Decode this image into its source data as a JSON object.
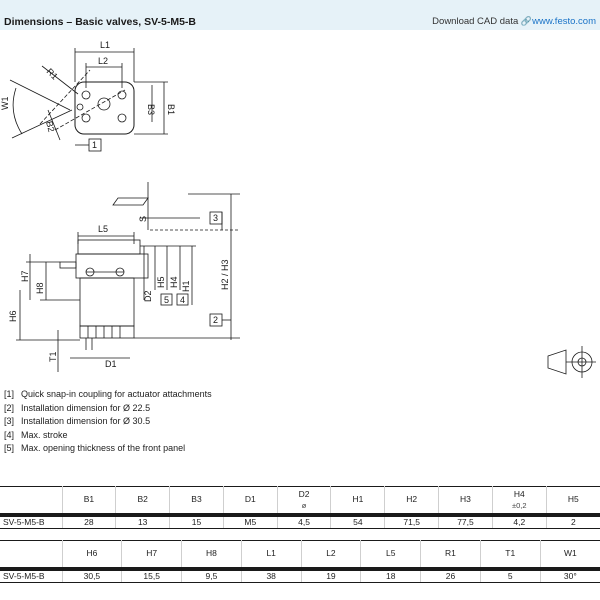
{
  "header": {
    "title": "Dimensions – Basic valves, SV-5-M5-B",
    "cad_label": "Download CAD data",
    "cad_link": "www.festo.com"
  },
  "drawing": {
    "top_labels": {
      "l1": "L1",
      "l2": "L2",
      "b3": "B3",
      "b1": "B1",
      "w1": "W1",
      "b2": "B2",
      "r1": "R1",
      "tag1": "1"
    },
    "side_labels": {
      "l5": "L5",
      "s": "S",
      "h7": "H7",
      "h8": "H8",
      "h6": "H6",
      "t1": "T1",
      "d1": "D1",
      "d2": "D2",
      "h5": "H5",
      "h4": "H4",
      "h1": "H1",
      "h2h3": "H2 / H3",
      "tag5": "5",
      "tag4": "4",
      "tag3": "3",
      "tag2": "2"
    }
  },
  "notes": [
    {
      "tag": "[1]",
      "text": "Quick snap-in coupling for actuator attachments"
    },
    {
      "tag": "[2]",
      "text": "Installation dimension for Ø 22.5"
    },
    {
      "tag": "[3]",
      "text": "Installation dimension for Ø 30.5"
    },
    {
      "tag": "[4]",
      "text": "Max. stroke"
    },
    {
      "tag": "[5]",
      "text": "Max. opening thickness of the front panel"
    }
  ],
  "table1": {
    "headers": [
      "",
      "B1",
      "B2",
      "B3",
      "D1",
      "D2",
      "H1",
      "H2",
      "H3",
      "H4",
      "H5"
    ],
    "subheaders": [
      "",
      "",
      "",
      "",
      "",
      "ø",
      "",
      "",
      "",
      "±0,2",
      ""
    ],
    "row": [
      "SV-5-M5-B",
      "28",
      "13",
      "15",
      "M5",
      "4,5",
      "54",
      "71,5",
      "77,5",
      "4,2",
      "2"
    ]
  },
  "table2": {
    "headers": [
      "",
      "H6",
      "H7",
      "H8",
      "L1",
      "L2",
      "L5",
      "R1",
      "T1",
      "W1"
    ],
    "row": [
      "SV-5-M5-B",
      "30,5",
      "15,5",
      "9,5",
      "38",
      "19",
      "18",
      "26",
      "5",
      "30°"
    ]
  }
}
